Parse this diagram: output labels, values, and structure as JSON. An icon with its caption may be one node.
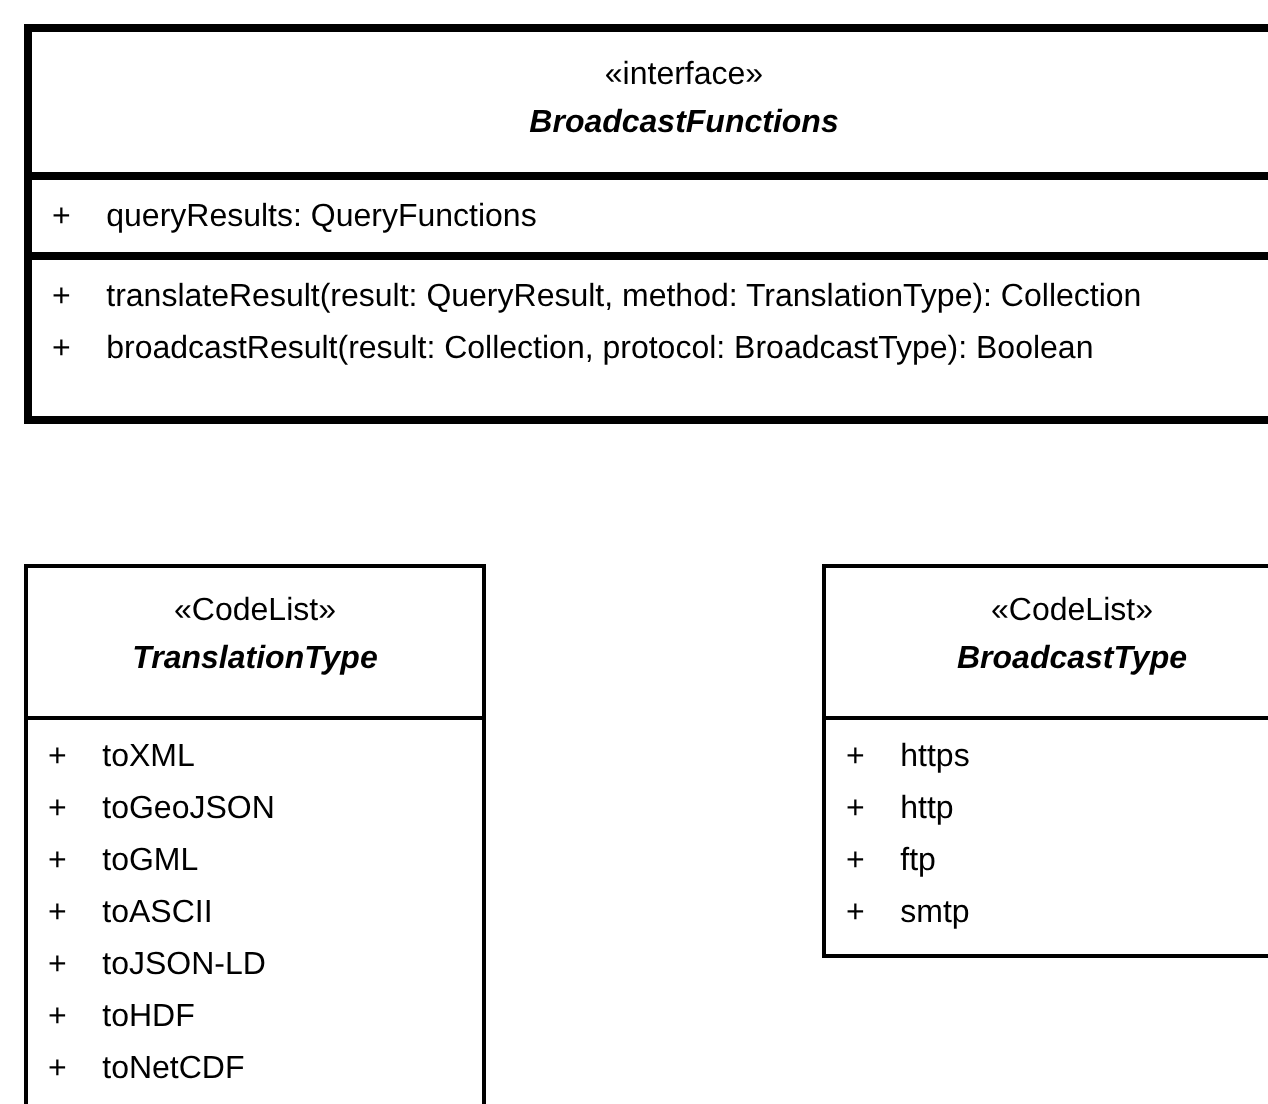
{
  "diagram": {
    "nodes": [
      {
        "text": [
          "«interface»",
          "BroadcastFunctions"
        ]
      },
      {
        "text": [
          "+ queryResults: QueryFunctions"
        ],
        "in": 0
      },
      {
        "text": [
          "+ translateResult(result: QueryResult, method: TranslationType): Collection",
          "+ broadcastResult(result: Collection, protocol: BroadcastType): Boolean"
        ],
        "in": 0
      },
      {
        "text": [
          "«CodeList»",
          "TranslationType"
        ]
      },
      {
        "text": [
          "+ toXML",
          "+ toGeoJSON",
          "+ toGML",
          "+ toASCII",
          "+ toJSON-LD",
          "+ toHDF",
          "+ toNetCDF"
        ],
        "in": 3
      },
      {
        "text": [
          "«CodeList»",
          "BroadcastType"
        ]
      },
      {
        "text": [
          "+ https",
          "+ http",
          "+ ftp",
          "+ smtp"
        ],
        "in": 5
      }
    ]
  }
}
